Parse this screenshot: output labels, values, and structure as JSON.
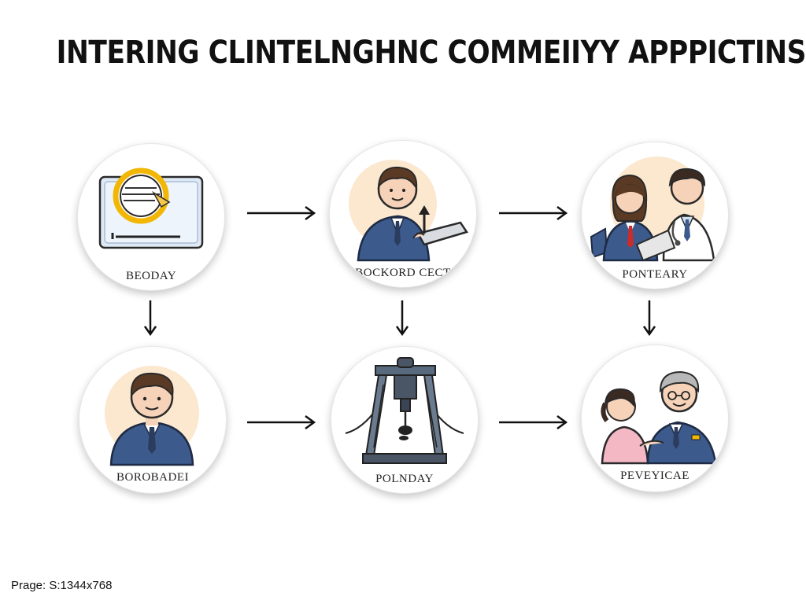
{
  "title": "INTERING CLINTELNGHNC COMMEIIYY APPPICTINSS",
  "nodes": [
    {
      "label": "BEODAY",
      "icon": "document-magnifier-icon"
    },
    {
      "label": "BOCKORD CECT",
      "icon": "person-with-tablet-icon"
    },
    {
      "label": "PONTEARY",
      "icon": "patient-and-doctor-icon"
    },
    {
      "label": "BOROBADEI",
      "icon": "businessman-icon"
    },
    {
      "label": "POLNDAY",
      "icon": "gantry-crane-icon"
    },
    {
      "label": "PEVEYICAE",
      "icon": "woman-and-elder-man-icon"
    }
  ],
  "footer": "Prage: S:1344x768",
  "colors": {
    "navy": "#3c5a8c",
    "skin": "#f6d2b8",
    "hair": "#5a3a24",
    "yellow_accent": "#f2b705",
    "peach_bg": "#fbe8cf"
  }
}
